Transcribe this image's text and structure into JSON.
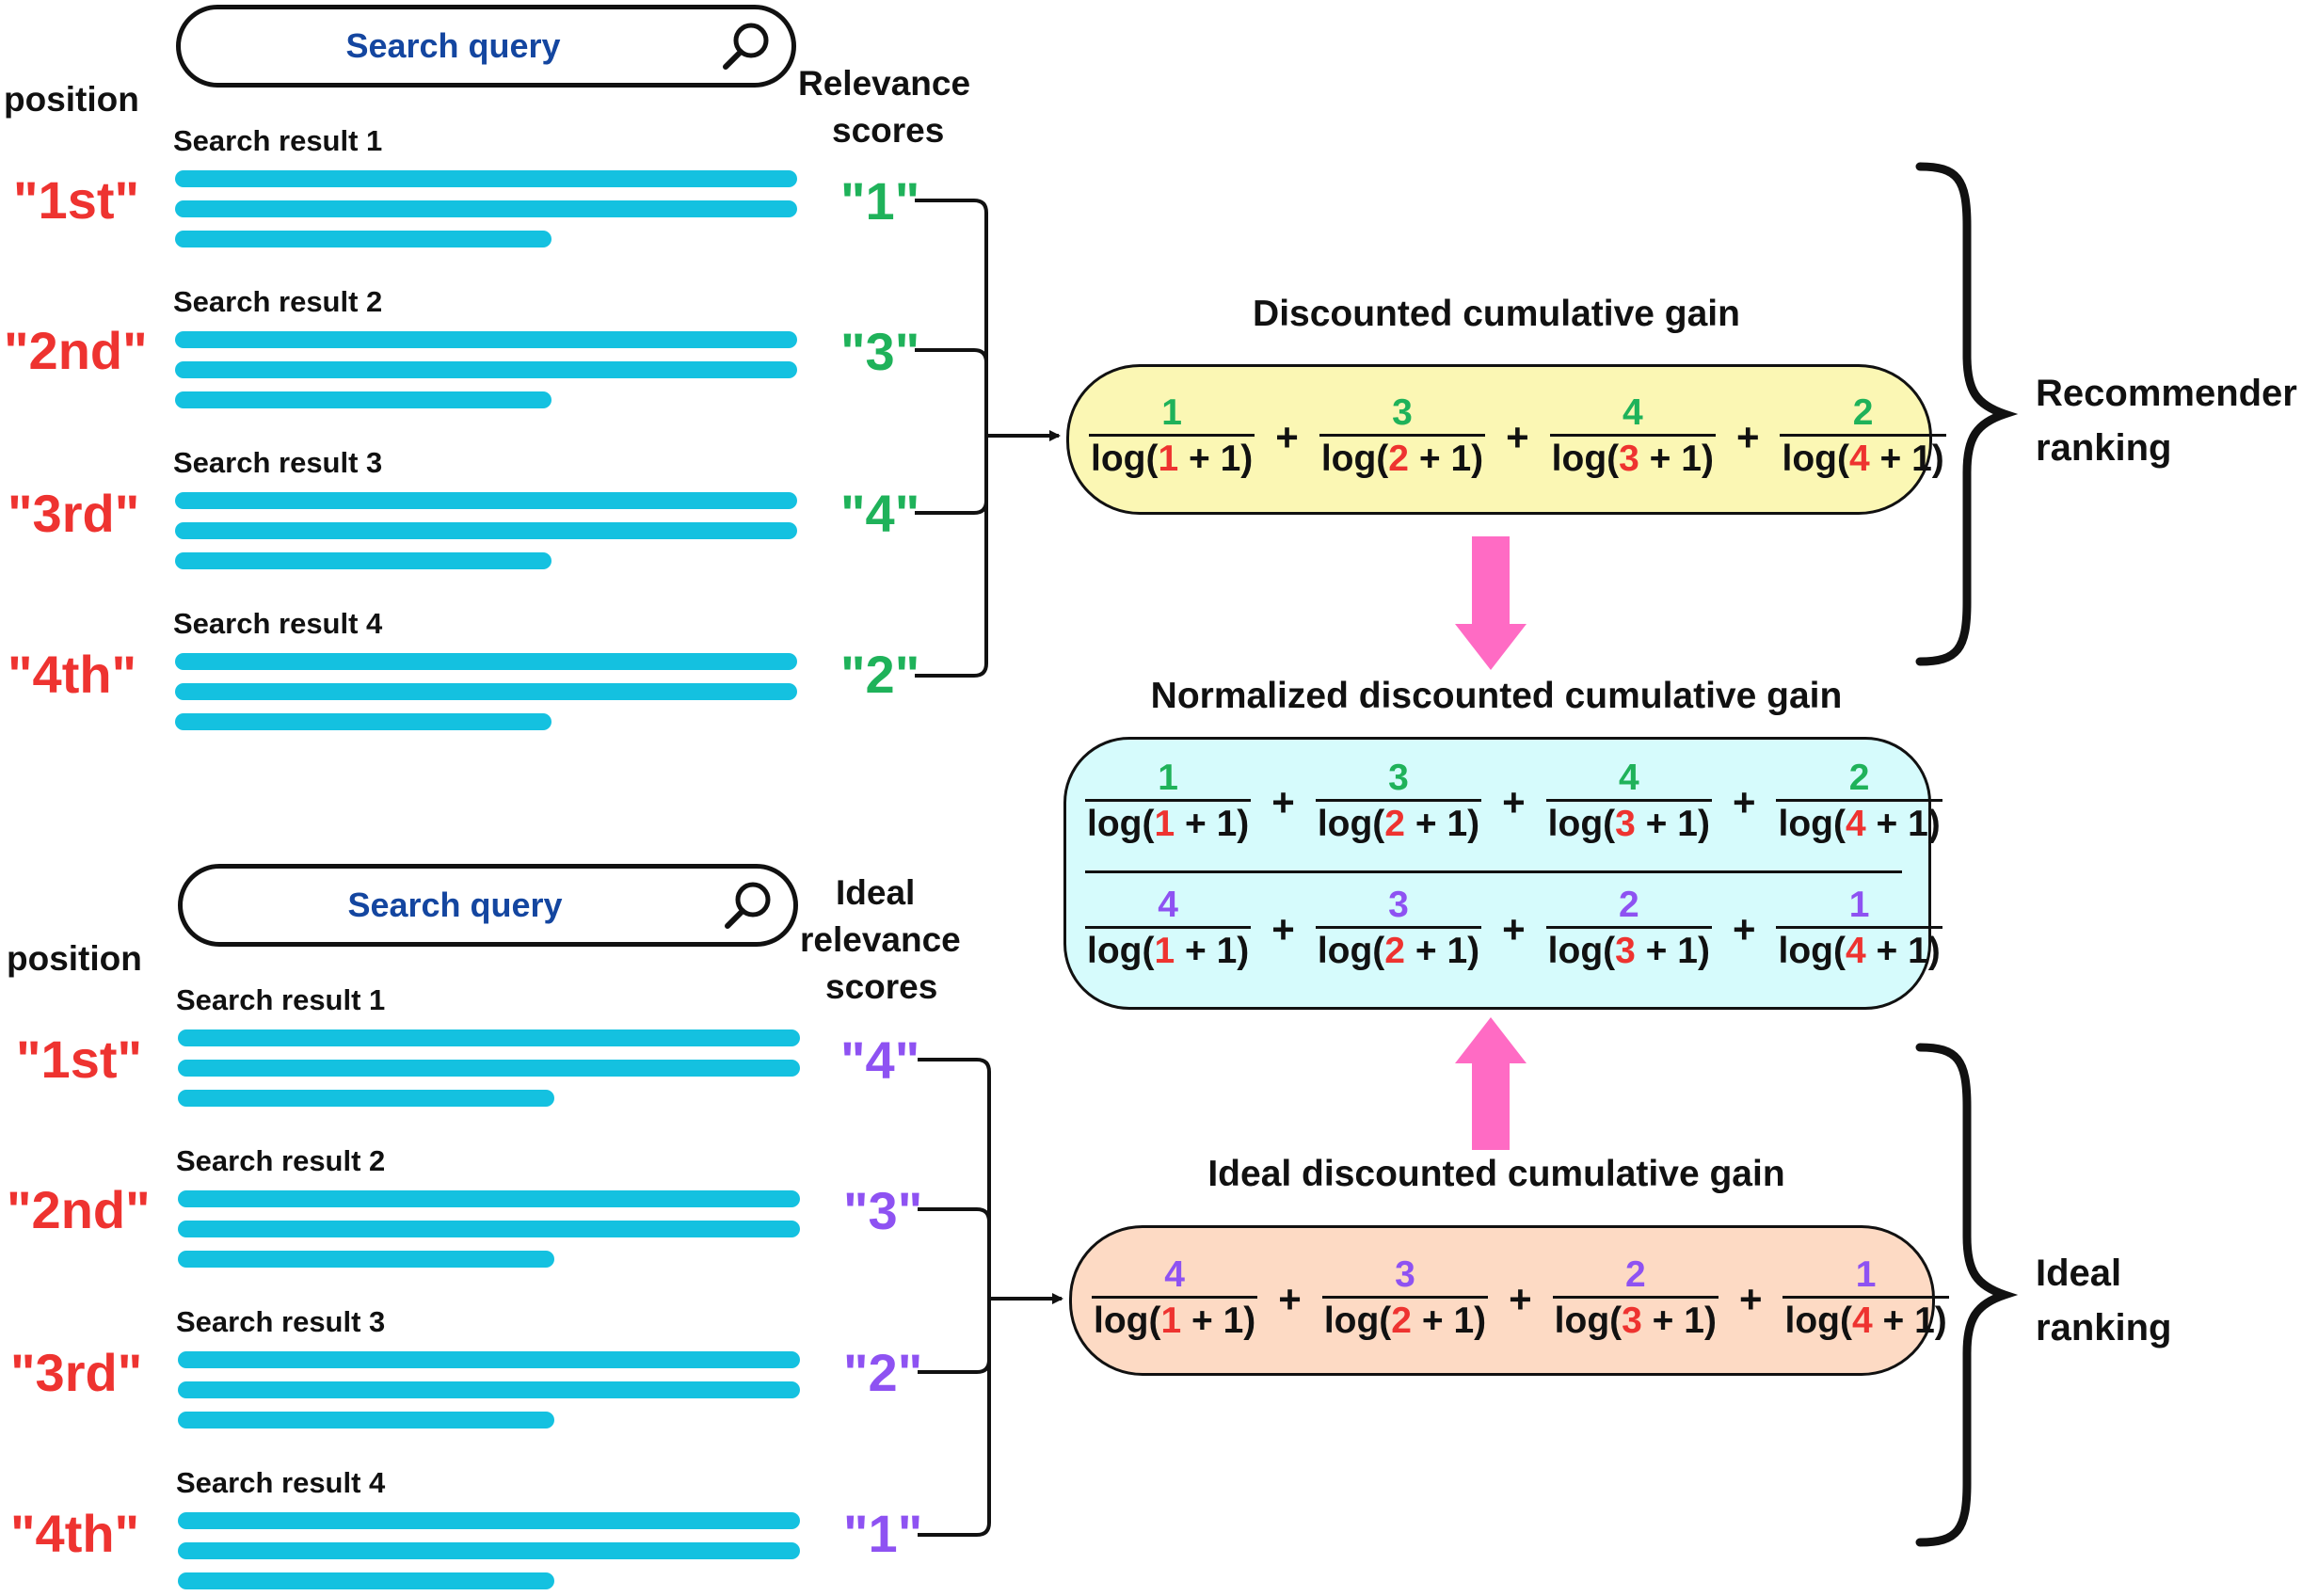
{
  "top": {
    "search_query": "Search query",
    "position_label": "position",
    "scores_label": [
      "Relevance",
      "scores"
    ],
    "results": [
      "Search result 1",
      "Search result 2",
      "Search result 3",
      "Search result 4"
    ],
    "positions": [
      "\"1st\"",
      "\"2nd\"",
      "\"3rd\"",
      "\"4th\""
    ],
    "scores": [
      "\"1\"",
      "\"3\"",
      "\"4\"",
      "\"2\""
    ]
  },
  "bottom": {
    "search_query": "Search query",
    "position_label": "position",
    "scores_label": [
      "Ideal",
      "relevance",
      "scores"
    ],
    "results": [
      "Search result 1",
      "Search result 2",
      "Search result 3",
      "Search result 4"
    ],
    "positions": [
      "\"1st\"",
      "\"2nd\"",
      "\"3rd\"",
      "\"4th\""
    ],
    "scores": [
      "\"4\"",
      "\"3\"",
      "\"2\"",
      "\"1\""
    ]
  },
  "dcg": {
    "title": "Discounted cumulative gain",
    "terms": [
      {
        "num": "1",
        "pos": "1"
      },
      {
        "num": "3",
        "pos": "2"
      },
      {
        "num": "4",
        "pos": "3"
      },
      {
        "num": "2",
        "pos": "4"
      }
    ]
  },
  "ndcg": {
    "title": "Normalized discounted cumulative gain",
    "numerator": [
      {
        "num": "1",
        "pos": "1"
      },
      {
        "num": "3",
        "pos": "2"
      },
      {
        "num": "4",
        "pos": "3"
      },
      {
        "num": "2",
        "pos": "4"
      }
    ],
    "denominator": [
      {
        "num": "4",
        "pos": "1"
      },
      {
        "num": "3",
        "pos": "2"
      },
      {
        "num": "2",
        "pos": "3"
      },
      {
        "num": "1",
        "pos": "4"
      }
    ]
  },
  "idcg": {
    "title": "Ideal discounted cumulative gain",
    "terms": [
      {
        "num": "4",
        "pos": "1"
      },
      {
        "num": "3",
        "pos": "2"
      },
      {
        "num": "2",
        "pos": "3"
      },
      {
        "num": "1",
        "pos": "4"
      }
    ]
  },
  "formula_parts": {
    "log_open": "log(",
    "plus_one": " + 1)",
    "plus": "+"
  },
  "side_labels": {
    "recommender": [
      "Recommender",
      "ranking"
    ],
    "ideal": [
      "Ideal",
      "ranking"
    ]
  },
  "colors": {
    "position": "#ee3330",
    "relevance": "#1fb25a",
    "ideal_relevance": "#8e52f2",
    "bars": "#14c1e0",
    "search_text": "#1446a0",
    "dcg_fill": "#fbf7b4",
    "ndcg_fill": "#d6fbfc",
    "idcg_fill": "#fddac4",
    "arrow": "#ff6bc4"
  }
}
